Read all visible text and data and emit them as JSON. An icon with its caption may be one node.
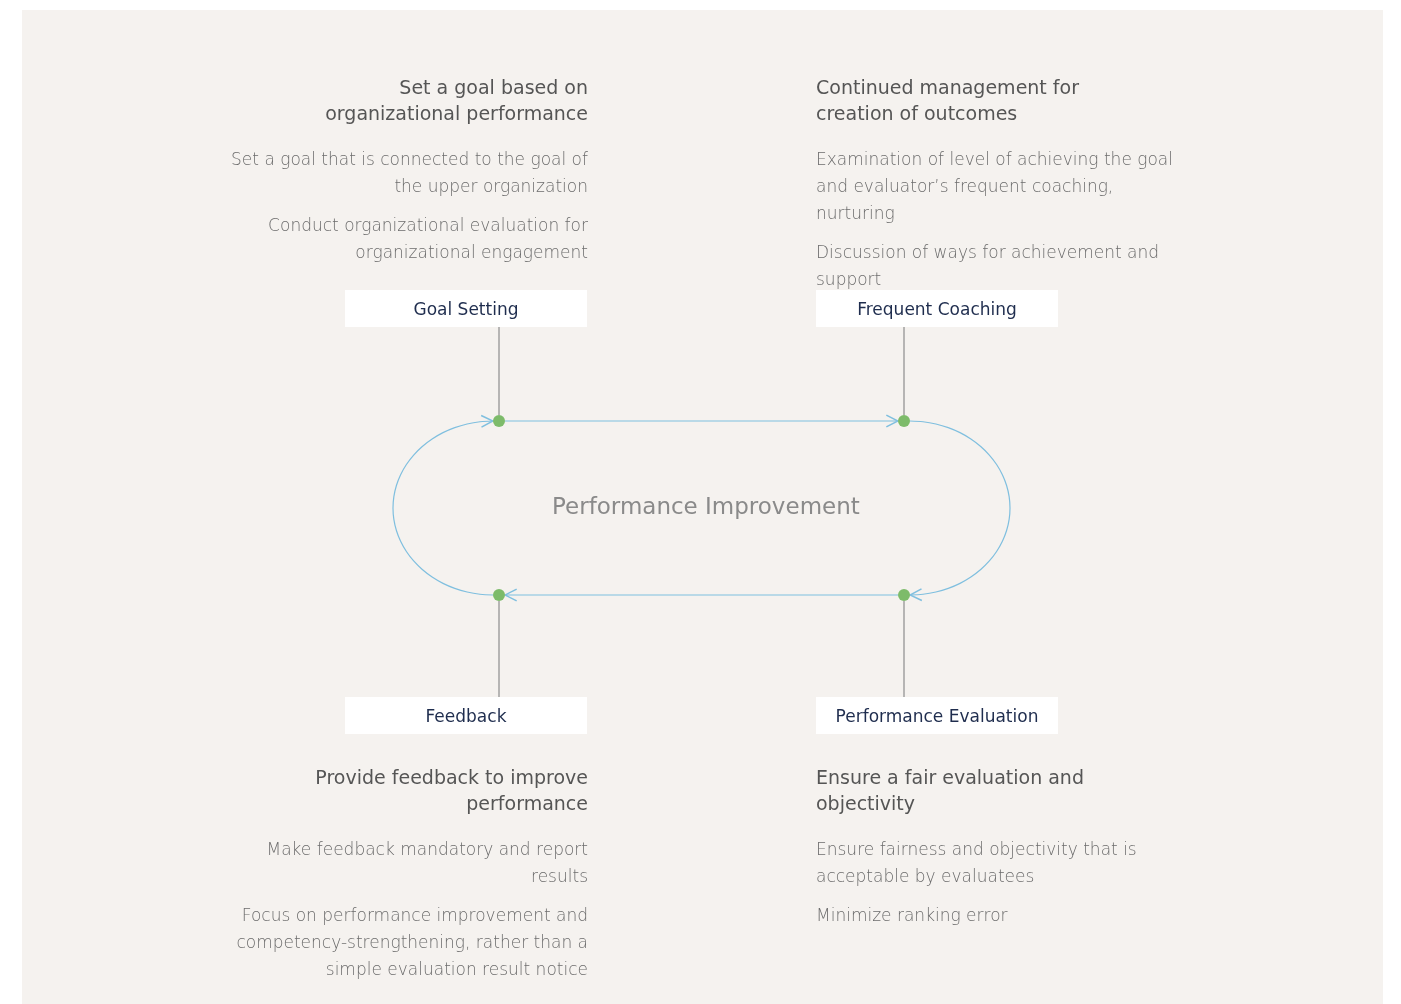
{
  "diagram": {
    "nodes": [
      {
        "text": [
          "Goal Setting"
        ],
        "beside": [
          "Set a goal based on organizational performance",
          "Set a goal that is connected to the goal of the upper organization",
          "Conduct organizational evaluation for organizational engagement"
        ]
      },
      {
        "text": [
          "Frequent Coaching"
        ],
        "beside": [
          "Continued management for creation of outcomes",
          "Examination of level of achieving the goal and evaluator’s frequent coaching, nurturing",
          "Discussion of ways for achievement and support"
        ]
      },
      {
        "text": [],
        "shape": "circle"
      },
      {
        "text": [],
        "shape": "circle"
      },
      {
        "text": [],
        "shape": "circle"
      },
      {
        "text": [],
        "shape": "circle"
      },
      {
        "text": [
          "Feedback"
        ],
        "beside": [
          "Provide feedback to improve performance",
          "Make feedback mandatory and report results",
          "Focus on performance improvement and competency-strengthening, rather than a simple evaluation result notice"
        ]
      },
      {
        "text": [
          "Performance Evaluation"
        ],
        "beside": [
          "Ensure a fair evaluation and objectivity",
          "Ensure fairness and objectivity that is acceptable by evaluatees",
          "Minimize ranking error"
        ]
      }
    ],
    "edges": [
      {
        "from": 0,
        "to": 2,
        "arrow": "none"
      },
      {
        "from": 1,
        "to": 3,
        "arrow": "none"
      },
      {
        "from": 4,
        "to": 6,
        "arrow": "none"
      },
      {
        "from": 5,
        "to": 7,
        "arrow": "none"
      },
      {
        "from": 2,
        "to": 3,
        "arrow": "to",
        "color": "#7fbfdf"
      },
      {
        "from": 3,
        "to": 5,
        "arrow": "to",
        "color": "#7fbfdf"
      },
      {
        "from": 5,
        "to": 4,
        "arrow": "to",
        "color": "#7fbfdf"
      },
      {
        "from": 4,
        "to": 2,
        "arrow": "to",
        "color": "#7fbfdf"
      }
    ],
    "labels": [
      "Performance Improvement"
    ]
  }
}
